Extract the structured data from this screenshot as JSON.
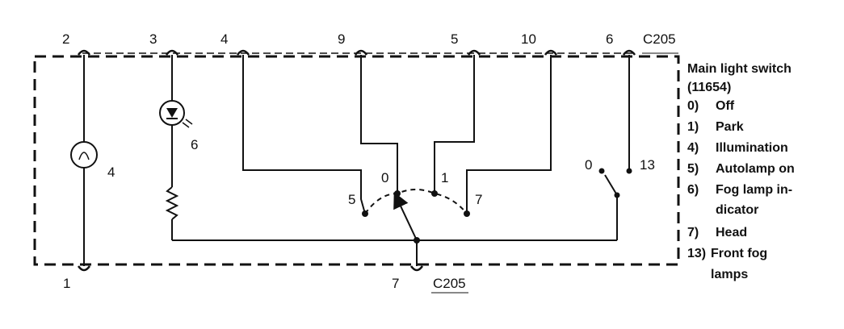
{
  "diagram": {
    "connectors": {
      "top": "C205",
      "bottom": "C205"
    },
    "pins": {
      "p2": "2",
      "p3": "3",
      "p4": "4",
      "p9": "9",
      "p5": "5",
      "p10": "10",
      "p6": "6",
      "p1": "1",
      "p7": "7"
    },
    "components": {
      "lamp_label": "4",
      "fog_indicator_label": "6"
    },
    "rotary_positions": {
      "pos0": "0",
      "pos1": "1",
      "pos5": "5",
      "pos7": "7"
    },
    "fog_switch": {
      "pos0": "0",
      "pos13": "13"
    }
  },
  "legend": {
    "title_line1": "Main light switch",
    "title_line2": "(11654)",
    "items": [
      {
        "num": "0)",
        "lines": [
          "Off"
        ]
      },
      {
        "num": "1)",
        "lines": [
          "Park"
        ]
      },
      {
        "num": "4)",
        "lines": [
          "Illumination"
        ]
      },
      {
        "num": "5)",
        "lines": [
          "Autolamp on"
        ]
      },
      {
        "num": "6)",
        "lines": [
          "Fog lamp in-",
          "dicator"
        ]
      },
      {
        "num": "7)",
        "lines": [
          "Head"
        ]
      },
      {
        "num": "13)",
        "lines": [
          "Front fog",
          "lamps"
        ]
      }
    ]
  }
}
